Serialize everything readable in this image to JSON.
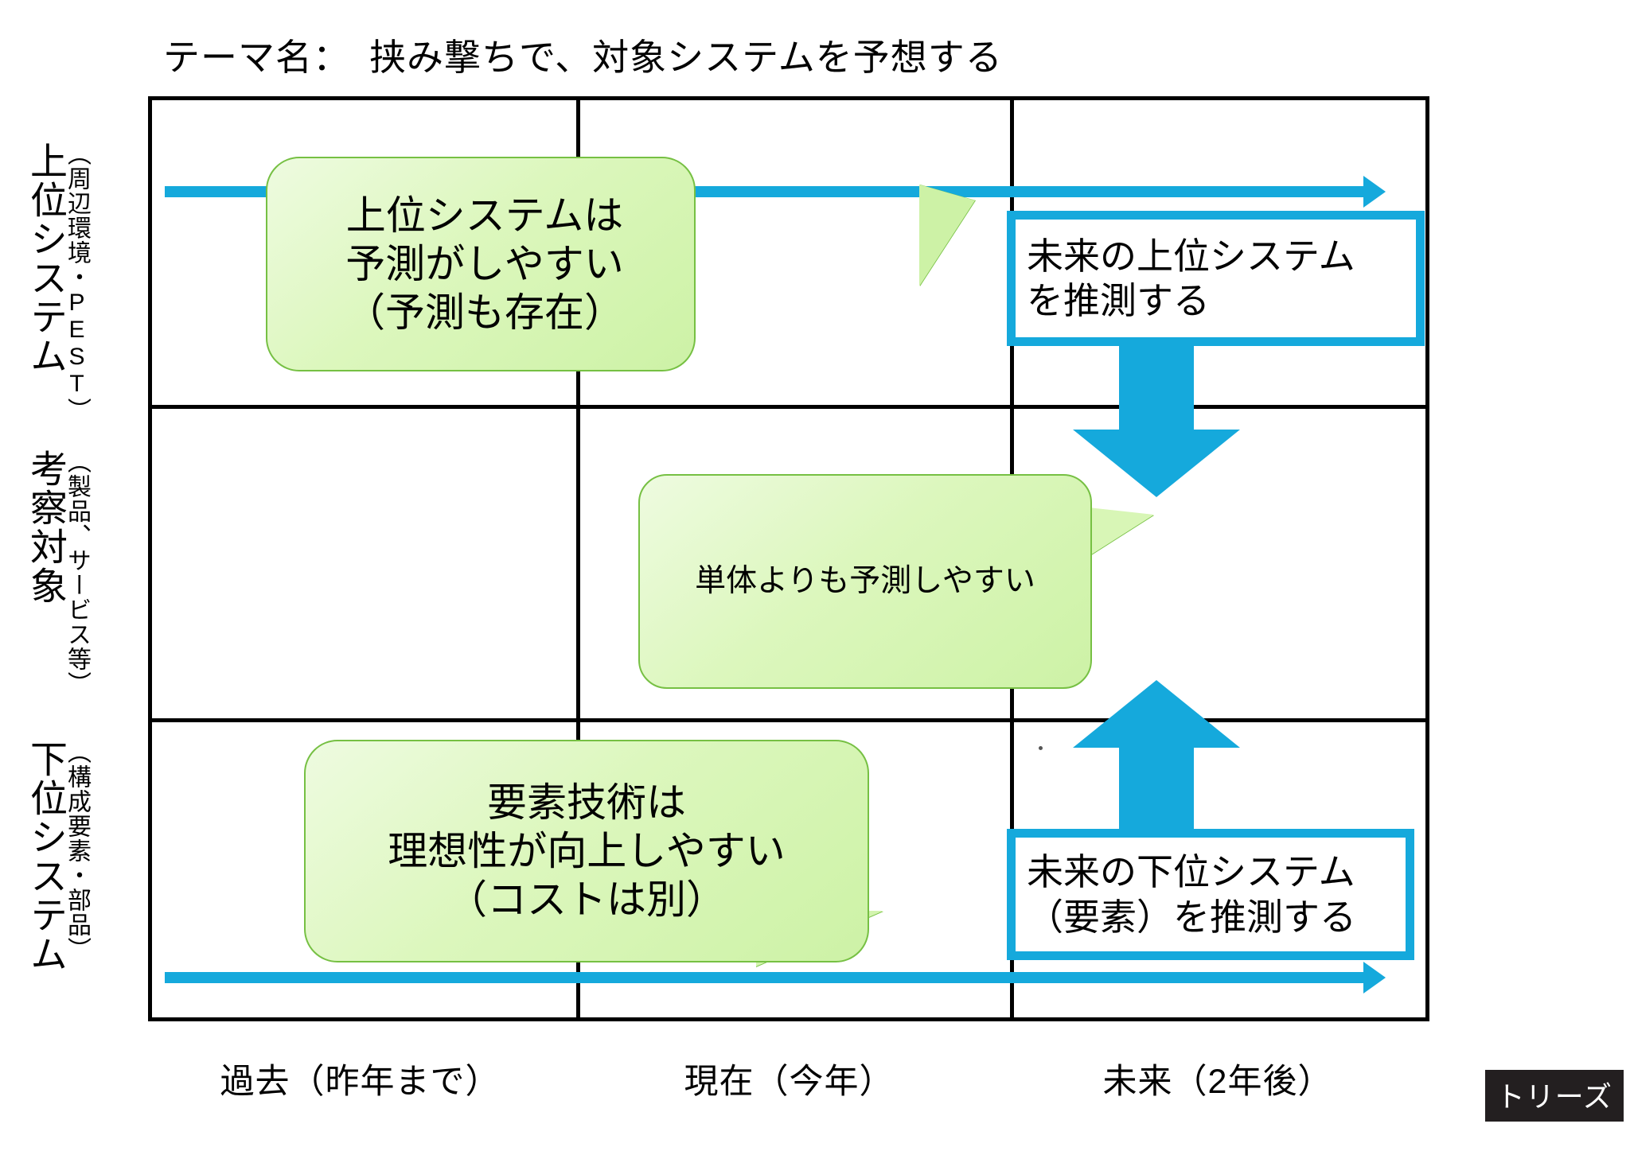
{
  "title": {
    "label": "テーマ名：",
    "text": "テーマ名：　挟み撃ちで、対象システムを予想する"
  },
  "matrix": {
    "rows": [
      {
        "main": "上位システム",
        "sub": "（周辺環境・PEST）"
      },
      {
        "main": "考察対象",
        "sub": "（製品、サービス等）"
      },
      {
        "main": "下位システム",
        "sub": "（構成要素・部品）"
      }
    ],
    "columns": [
      {
        "label": "過去（昨年まで）"
      },
      {
        "label": "現在（今年）"
      },
      {
        "label": "未来（2年後）"
      }
    ]
  },
  "callouts": [
    {
      "name": "upper-system-callout",
      "text": "上位システムは\n予測がしやすい\n（予測も存在）"
    },
    {
      "name": "middle-system-callout",
      "text": "単体よりも予測しやすい"
    },
    {
      "name": "lower-system-callout",
      "text": "要素技術は\n理想性が向上しやすい\n（コストは別）"
    }
  ],
  "blue_boxes": [
    {
      "name": "future-upper-system-box",
      "text": "未来の上位システム\nを推測する"
    },
    {
      "name": "future-lower-system-box",
      "text": "未来の下位システム\n（要素）を推測する"
    }
  ],
  "arrows": {
    "timeline_top": "past-to-future-arrow-upper",
    "timeline_bottom": "past-to-future-arrow-lower",
    "converge_down": "down-block-arrow",
    "converge_up": "up-block-arrow"
  },
  "badge": {
    "text": "トリーズ"
  },
  "colors": {
    "accent_blue": "#15A9DC",
    "callout_green_border": "#76C043",
    "callout_green_fill": "#cdf2a6",
    "frame_black": "#000000",
    "badge_bg": "#231f20"
  }
}
